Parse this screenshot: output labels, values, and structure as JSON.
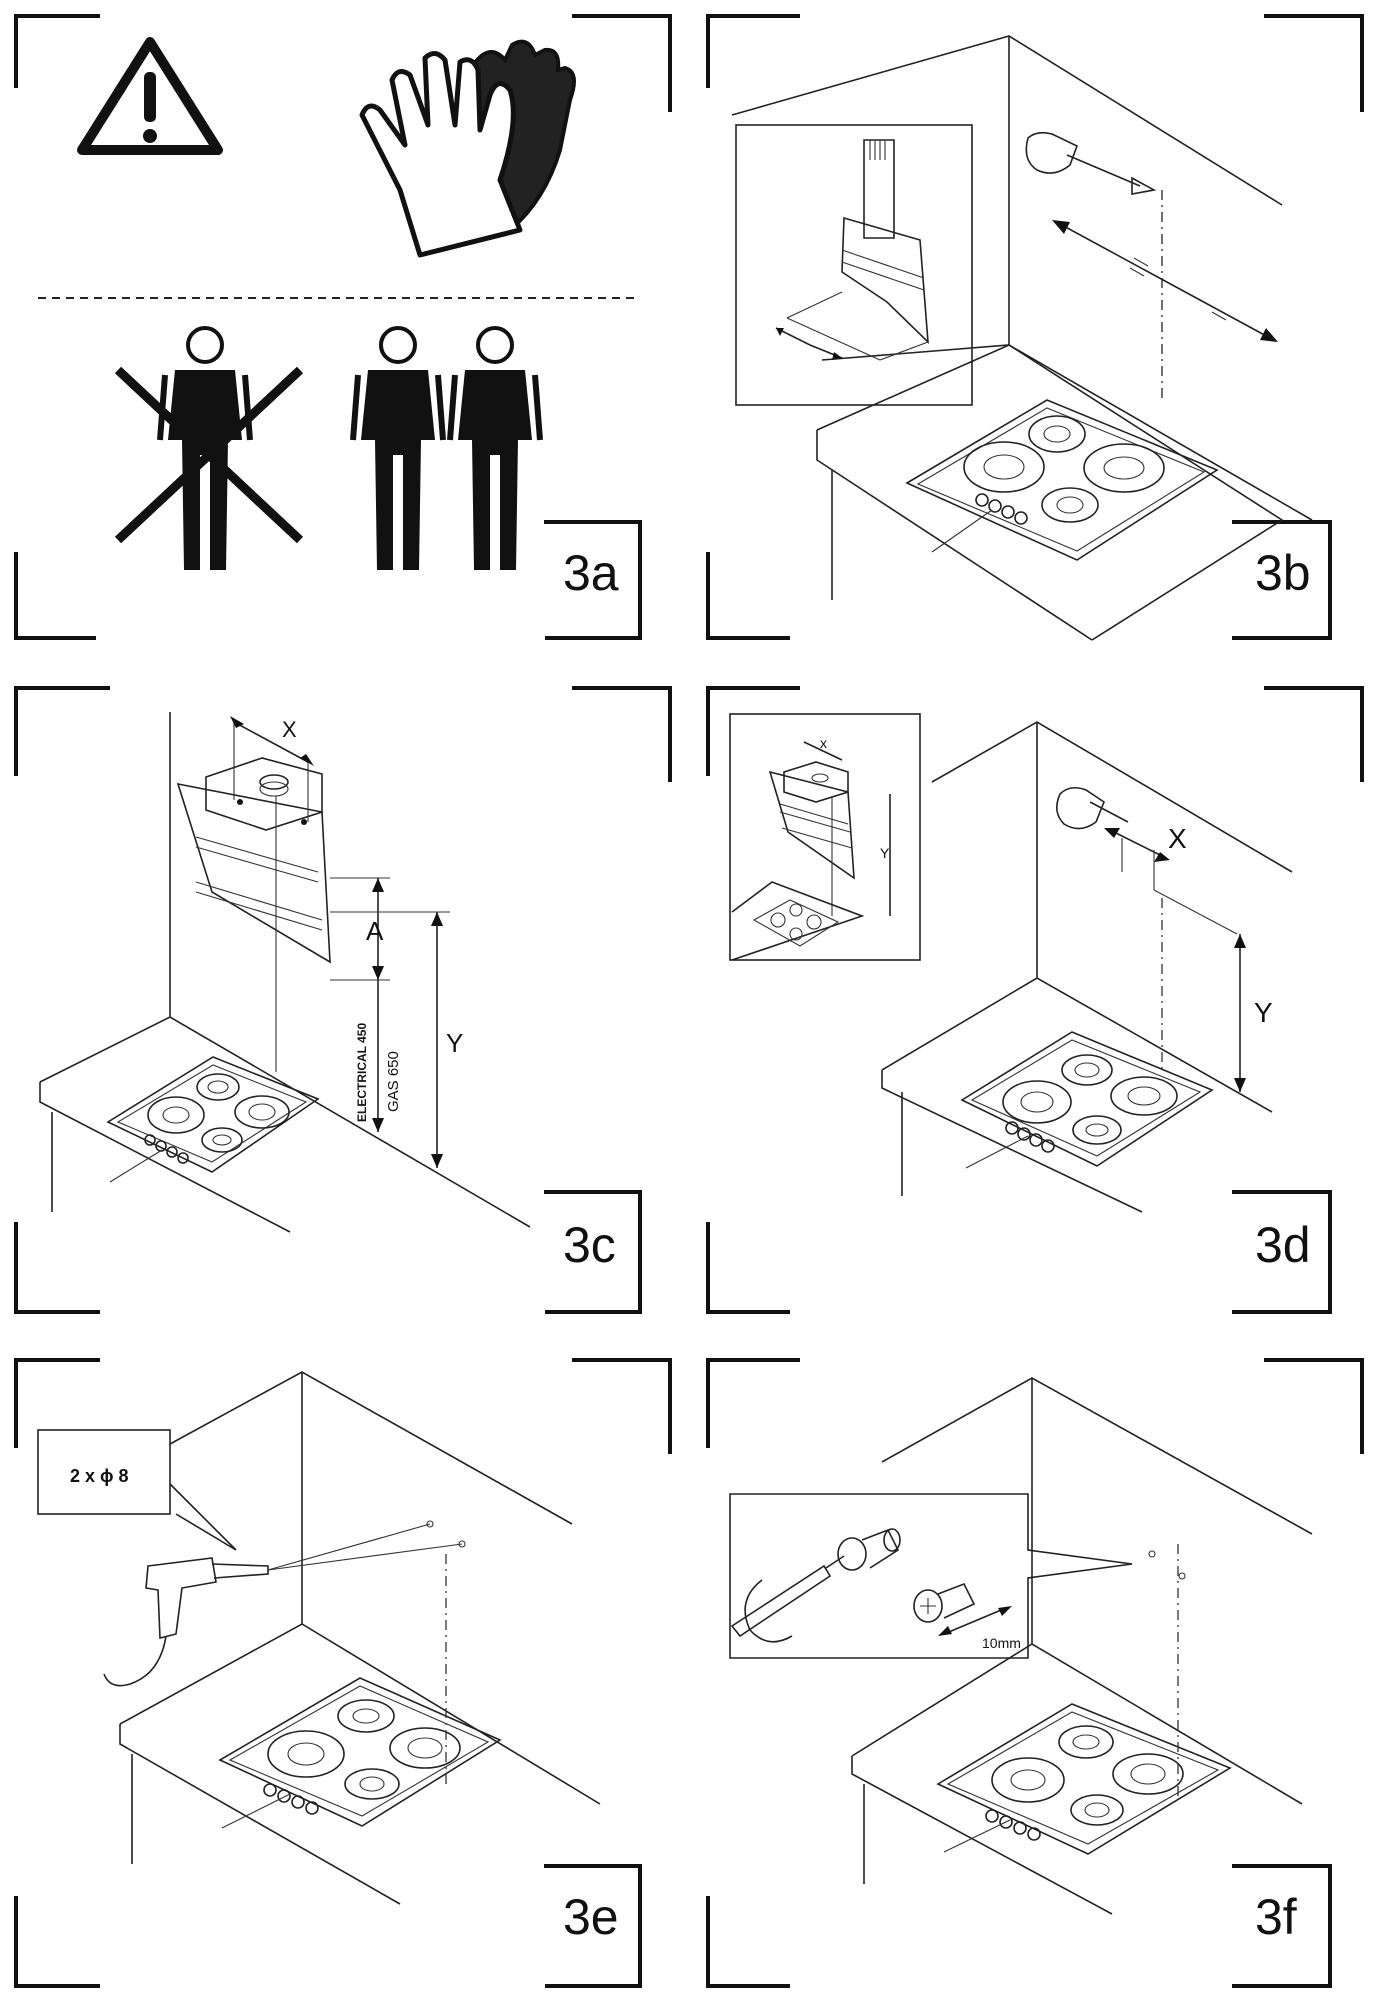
{
  "panels": {
    "p3a": {
      "label": "3a"
    },
    "p3b": {
      "label": "3b"
    },
    "p3c": {
      "label": "3c",
      "dim_x": "X",
      "dim_a": "A",
      "dim_y": "Y",
      "electrical": "ELECTRICAL 450",
      "gas": "GAS 650"
    },
    "p3d": {
      "label": "3d",
      "inset_x": "x",
      "inset_y": "Y",
      "dim_x": "X",
      "dim_y": "Y"
    },
    "p3e": {
      "label": "3e",
      "drill_callout": "2 x ϕ 8"
    },
    "p3f": {
      "label": "3f",
      "screw_length": "10mm"
    }
  },
  "icons": [
    "warning-triangle-icon",
    "protective-gloves-icon",
    "person-icon",
    "screw-icon",
    "wall-plug-icon",
    "screwdriver-icon",
    "drill-icon",
    "pencil-hand-icon"
  ],
  "colors": {
    "ink": "#111111",
    "paper": "#ffffff"
  }
}
